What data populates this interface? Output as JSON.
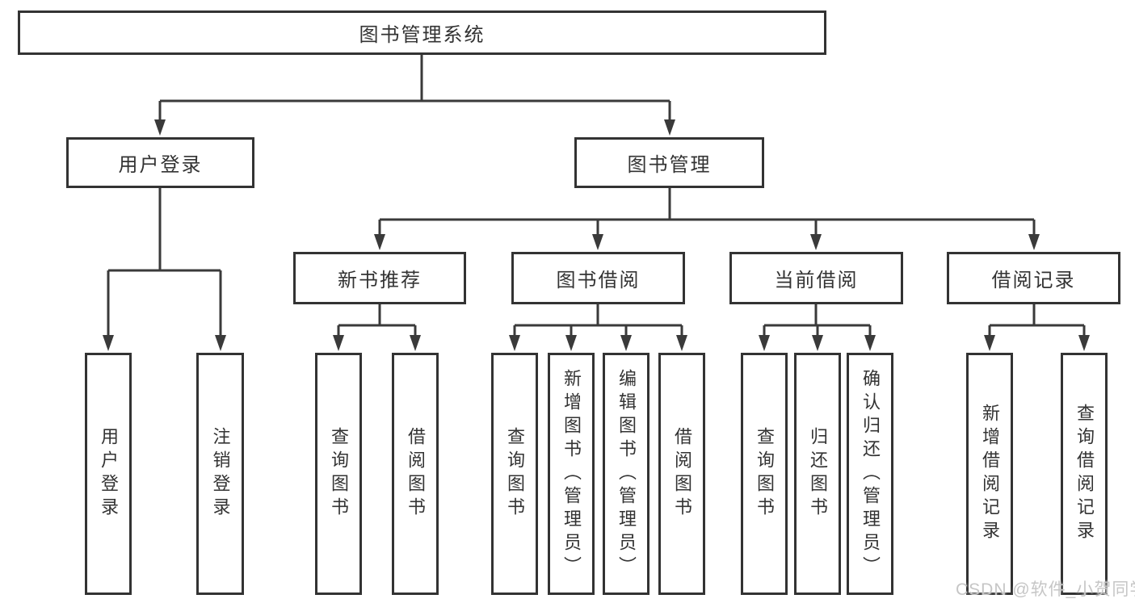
{
  "diagram": {
    "title": "图书管理系统",
    "type": "hierarchy-tree",
    "colors": {
      "line": "#3a3a3a",
      "box_border": "#333333",
      "text": "#333333",
      "background": "#ffffff",
      "watermark_text": "#c6c6c6"
    },
    "watermark": "CSDN @软件_小贺同学",
    "nodes": {
      "root": {
        "label": "图书管理系统"
      },
      "user_login": {
        "label": "用户登录"
      },
      "book_management": {
        "label": "图书管理"
      },
      "user_login_action": {
        "label": "用户登录"
      },
      "logout_action": {
        "label": "注销登录"
      },
      "new_book_rec": {
        "label": "新书推荐"
      },
      "book_borrowing": {
        "label": "图书借阅"
      },
      "current_borrowing": {
        "label": "当前借阅"
      },
      "borrowing_records": {
        "label": "借阅记录"
      },
      "rec_query_books": {
        "label": "查询图书"
      },
      "rec_borrow_books": {
        "label": "借阅图书"
      },
      "bb_query_books": {
        "label": "查询图书"
      },
      "bb_add_books": {
        "label": "新增图书（管理员）"
      },
      "bb_edit_books": {
        "label": "编辑图书（管理员）"
      },
      "bb_borrow_books": {
        "label": "借阅图书"
      },
      "cb_query_books": {
        "label": "查询图书"
      },
      "cb_return_books": {
        "label": "归还图书"
      },
      "cb_confirm_return": {
        "label": "确认归还（管理员）"
      },
      "br_add_record": {
        "label": "新增借阅记录"
      },
      "br_query_record": {
        "label": "查询借阅记录"
      }
    },
    "tree": {
      "root": [
        "user_login",
        "book_management"
      ],
      "user_login": [
        "user_login_action",
        "logout_action"
      ],
      "book_management": [
        "new_book_rec",
        "book_borrowing",
        "current_borrowing",
        "borrowing_records"
      ],
      "new_book_rec": [
        "rec_query_books",
        "rec_borrow_books"
      ],
      "book_borrowing": [
        "bb_query_books",
        "bb_add_books",
        "bb_edit_books",
        "bb_borrow_books"
      ],
      "current_borrowing": [
        "cb_query_books",
        "cb_return_books",
        "cb_confirm_return"
      ],
      "borrowing_records": [
        "br_add_record",
        "br_query_record"
      ]
    }
  }
}
